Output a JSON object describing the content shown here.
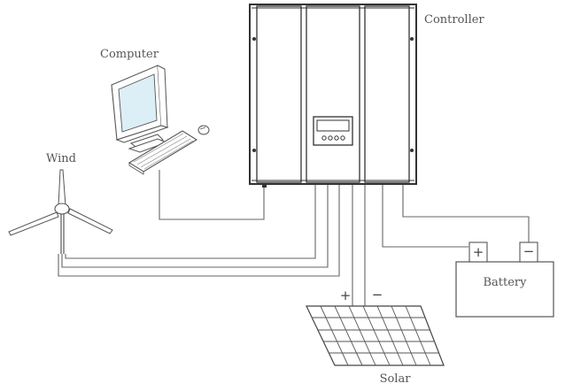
{
  "labels": {
    "controller": "Controller",
    "computer": "Computer",
    "wind": "Wind",
    "battery": "Battery",
    "solar": "Solar"
  },
  "symbols": {
    "battery_positive": "+",
    "battery_negative": "−",
    "solar_positive": "+",
    "solar_negative": "−"
  },
  "colors": {
    "line": "#555555",
    "screen": "#dceef6",
    "background": "#ffffff"
  }
}
